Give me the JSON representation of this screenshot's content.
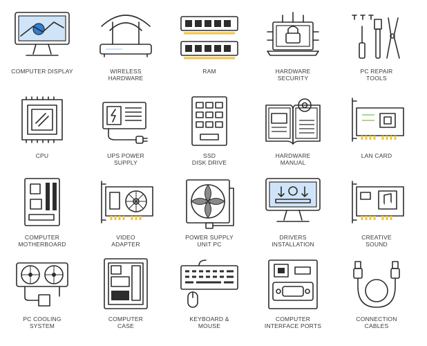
{
  "colors": {
    "outline": "#2d2d2d",
    "blue": "#2f7fd6",
    "light_blue": "#cfe4f8",
    "green": "#3f9f4a",
    "light_green": "#a8d98f",
    "gray": "#c9c9c9",
    "dark_gray": "#8a8a8a",
    "yellow": "#f2c43a"
  },
  "icons": [
    {
      "name": "computer-display-icon",
      "label": "COMPUTER DISPLAY"
    },
    {
      "name": "wireless-hardware-icon",
      "label": "WIRELESS\nHARDWARE"
    },
    {
      "name": "ram-icon",
      "label": "RAM"
    },
    {
      "name": "hardware-security-icon",
      "label": "HARDWARE\nSECURITY"
    },
    {
      "name": "pc-repair-tools-icon",
      "label": "PC REPAIR\nTOOLS"
    },
    {
      "name": "cpu-icon",
      "label": "CPU"
    },
    {
      "name": "ups-power-supply-icon",
      "label": "UPS POWER\nSUPPLY"
    },
    {
      "name": "ssd-disk-drive-icon",
      "label": "SSD\nDISK DRIVE"
    },
    {
      "name": "hardware-manual-icon",
      "label": "HARDWARE\nMANUAL"
    },
    {
      "name": "lan-card-icon",
      "label": "LAN CARD"
    },
    {
      "name": "computer-motherboard-icon",
      "label": "COMPUTER\nMOTHERBOARD"
    },
    {
      "name": "video-adapter-icon",
      "label": "VIDEO\nADAPTER"
    },
    {
      "name": "power-supply-unit-pc-icon",
      "label": "POWER SUPPLY\nUNIT PC"
    },
    {
      "name": "drivers-installation-icon",
      "label": "DRIVERS\nINSTALLATION"
    },
    {
      "name": "creative-sound-icon",
      "label": "CREATIVE\nSOUND"
    },
    {
      "name": "pc-cooling-system-icon",
      "label": "PC COOLING\nSYSTEM"
    },
    {
      "name": "computer-case-icon",
      "label": "COMPUTER\nCASE"
    },
    {
      "name": "keyboard-mouse-icon",
      "label": "KEYBOARD &\nMOUSE"
    },
    {
      "name": "computer-interface-ports-icon",
      "label": "COMPUTER\nINTERFACE PORTS"
    },
    {
      "name": "connection-cables-icon",
      "label": "CONNECTION\nCABLES"
    }
  ]
}
